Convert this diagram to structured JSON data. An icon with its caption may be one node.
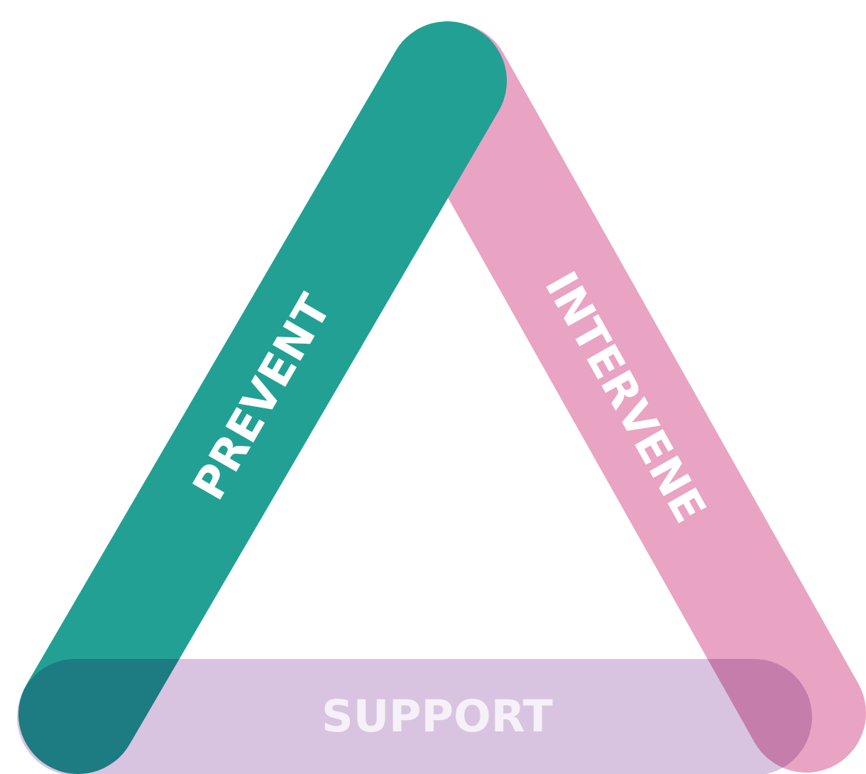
{
  "diagram": {
    "nodes": [
      {
        "text": [
          "PREVENT"
        ]
      },
      {
        "text": [
          "INTERVENE"
        ]
      },
      {
        "text": [
          "SUPPORT"
        ]
      }
    ]
  }
}
